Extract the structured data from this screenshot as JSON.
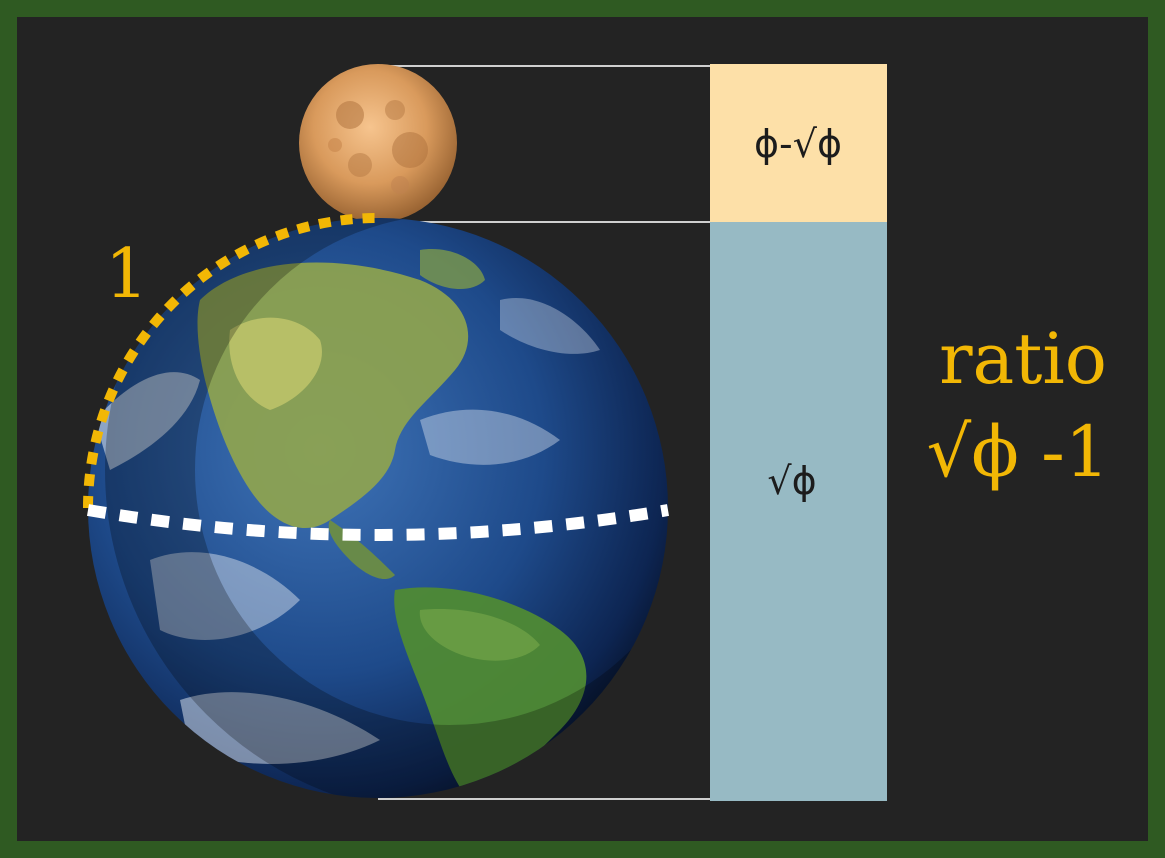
{
  "colors": {
    "frame": "#2f5a22",
    "background": "#232323",
    "moon_box": "#fde0a8",
    "earth_box": "#97bac4",
    "accent": "#f2b705",
    "equator": "#ffffff"
  },
  "labels": {
    "arc_value": "1",
    "moon_box": "ϕ-√ϕ",
    "earth_box": "√ϕ",
    "ratio_word": "ratio",
    "ratio_value": "√ϕ -1"
  },
  "icons": [
    "moon-illustration",
    "earth-illustration"
  ]
}
